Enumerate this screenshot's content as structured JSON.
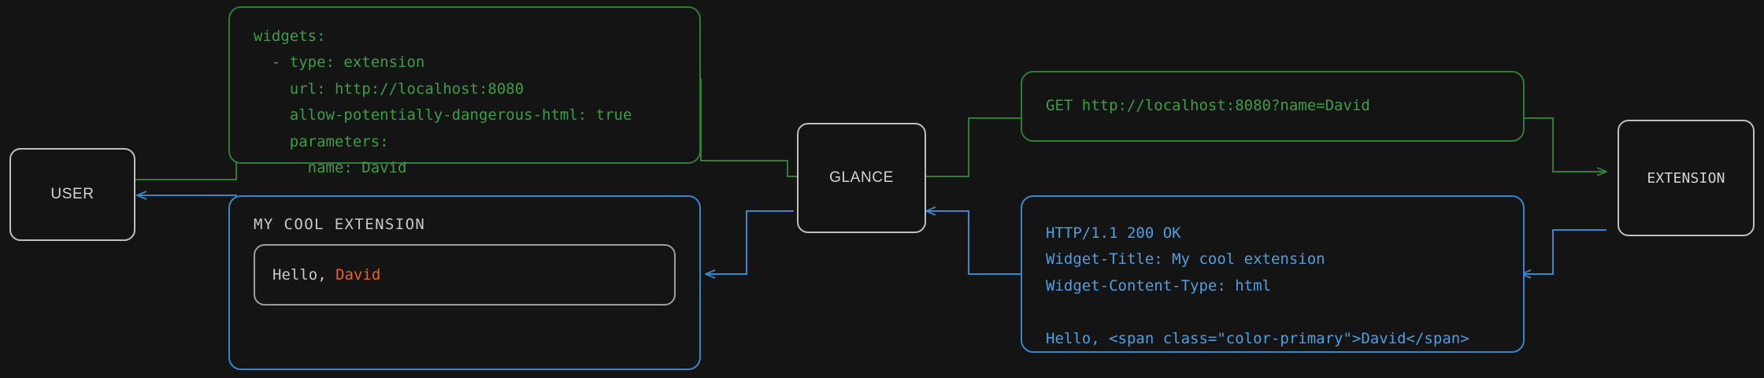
{
  "theme": {
    "background": "#141414",
    "node_border": "#bfbfbf",
    "request_color": "#2f7d36",
    "request_text": "#3b9e47",
    "response_color": "#3a86cc",
    "response_text": "#4d9fe0",
    "accent": "#e8622a",
    "label_color": "#d4d4d4"
  },
  "nodes": {
    "user": {
      "label": "USER"
    },
    "glance": {
      "label": "GLANCE"
    },
    "extension": {
      "label": "EXTENSION"
    }
  },
  "panels": {
    "config": {
      "code": "widgets:\n  - type: extension\n    url: http://localhost:8080\n    allow-potentially-dangerous-html: true\n    parameters:\n      name: David"
    },
    "request": {
      "code": "GET http://localhost:8080?name=David"
    },
    "response": {
      "code": "HTTP/1.1 200 OK\nWidget-Title: My cool extension\nWidget-Content-Type: html\n\nHello, <span class=\"color-primary\">David</span>"
    },
    "rendered": {
      "title": "MY COOL EXTENSION",
      "body_prefix": "Hello, ",
      "body_accent": "David"
    }
  }
}
